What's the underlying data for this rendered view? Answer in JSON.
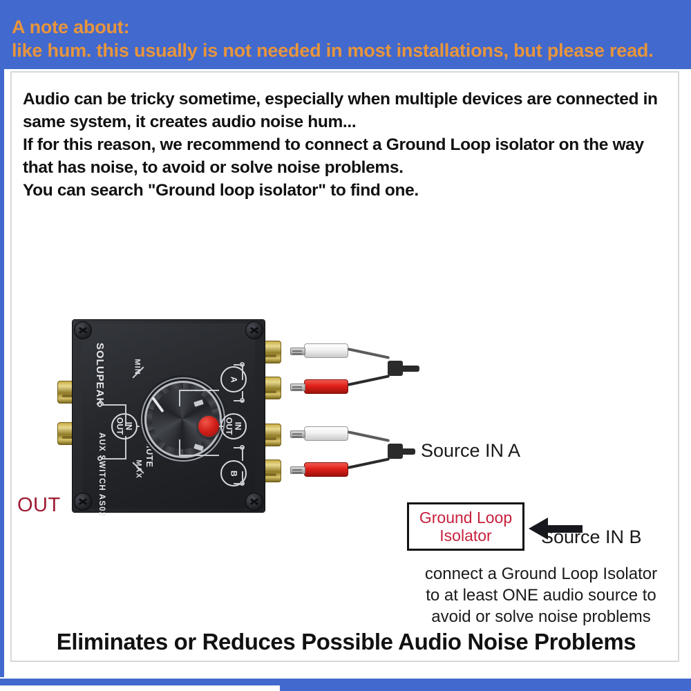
{
  "banner": {
    "line1": "A note about:",
    "line2": "like hum. this usually is not needed in most installations, but please read.",
    "bg_color": "#4269cd",
    "text_color": "#e8953c"
  },
  "intro": {
    "line1": "Audio can be tricky sometime, especially when multiple devices are connected in",
    "line2": "same system, it creates audio noise hum...",
    "line3": "If for this reason, we recommend to connect a Ground Loop isolator on the way",
    "line4": "that has noise,  to avoid or solve noise problems.",
    "line5": "You can search \"Ground loop isolator\" to find one."
  },
  "device": {
    "brand": "SOLUPEAK",
    "model": "AUX SWITCH AS02",
    "knob_min": "MIN",
    "knob_max": "MAX",
    "mute_label": "MUTE",
    "mute_symbol": "⌀",
    "inout_left_top": "IN",
    "inout_left_bottom": "OUT",
    "inout_right_top": "IN",
    "inout_right_bottom": "OUT",
    "channel_a": "A",
    "channel_b": "B"
  },
  "diagram": {
    "out_label": "OUT",
    "out_label_color": "#9e1b32",
    "source_a_label": "Source IN A",
    "source_b_label": "Source IN B",
    "isolator_line1": "Ground Loop",
    "isolator_line2": "Isolator",
    "isolator_text_color": "#c8203c",
    "caption_line1": "connect a Ground Loop Isolator",
    "caption_line2": "to at least ONE audio source to",
    "caption_line3": "avoid or solve noise problems"
  },
  "headline": {
    "text": "Eliminates or Reduces Possible Audio Noise Problems"
  }
}
